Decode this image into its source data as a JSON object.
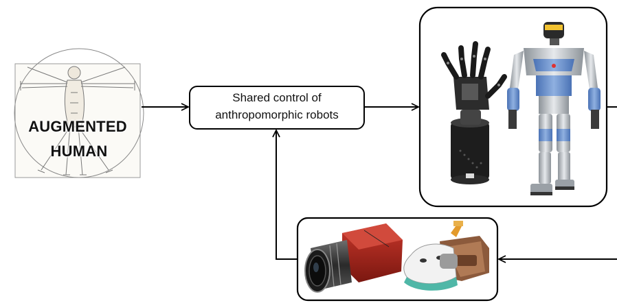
{
  "human_block": {
    "label_line1": "AUGMENTED",
    "label_line2": "HUMAN",
    "image": "vitruvian-man-sketch"
  },
  "control_block": {
    "label_line1": "Shared control of",
    "label_line2": "anthropomorphic robots"
  },
  "robots_block": {
    "images": [
      "robotic-hand",
      "humanoid-robot"
    ]
  },
  "sensors_block": {
    "images": [
      "industrial-camera",
      "tactile-fingertip-sensor"
    ]
  },
  "colors": {
    "line": "#000000",
    "robot_blue": "#6f95cf",
    "robot_silver": "#c4c9cf",
    "camera_red": "#a5251c",
    "sensor_teal": "#4fb7a7"
  }
}
